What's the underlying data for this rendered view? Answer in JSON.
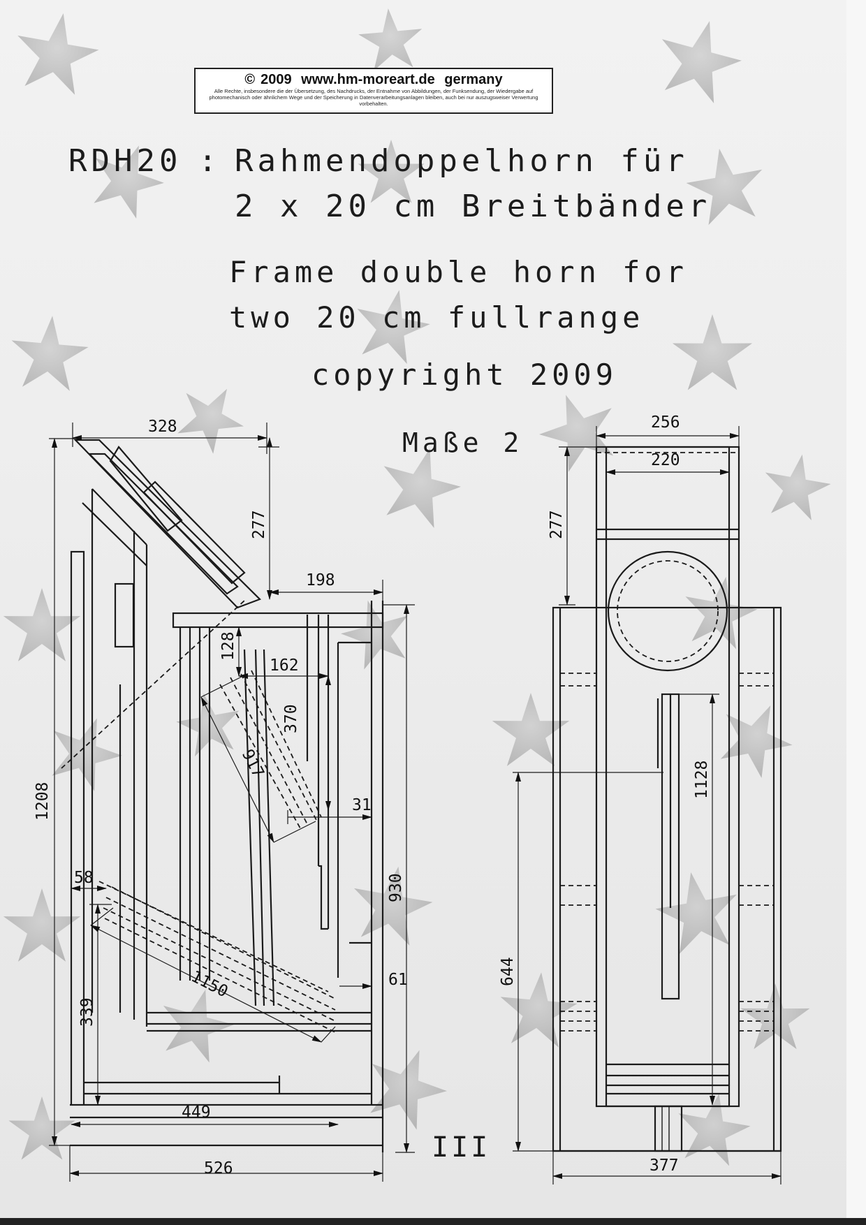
{
  "banner": {
    "copyright_symbol": "©",
    "year": "2009",
    "url": "www.hm-moreart.de",
    "country": "germany",
    "rights_text": "Alle Rechte, insbesondere die der Übersetzung, des Nachdrucks, der Entnahme von Abbildungen, der Funksendung, der Wiedergabe auf photomechanisch oder ähnlichem Wege und der Speicherung in Datenverarbeitungsanlagen bleiben, auch bei nur auszugsweiser Verwertung vorbehalten."
  },
  "title": {
    "code": "RDH20",
    "separator": ":",
    "german_line1": "Rahmendoppelhorn für",
    "german_line2": "2 x 20 cm Breitbänder",
    "english_line1": "Frame double horn for",
    "english_line2": "two 20 cm fullrange",
    "copyright_line": "copyright 2009",
    "sheet_label": "Maße 2",
    "page_number": "III"
  },
  "dimensions": {
    "side_view": {
      "top_width": "328",
      "top_drop": "277",
      "chamber_width": "198",
      "step_height": "128",
      "inner_width": "162",
      "inner_height": "370",
      "diagonal_upper": "917",
      "gap": "31",
      "overall_height": "1208",
      "small_offset": "58",
      "lower_height": "339",
      "diagonal_lower": "1150",
      "mouth": "61",
      "right_height": "930",
      "base_inner": "449",
      "base_total": "526"
    },
    "front_view": {
      "outer_width": "256",
      "inner_width": "220",
      "top_drop": "277",
      "inner_height": "1128",
      "lower_height": "644",
      "base_width": "377"
    }
  },
  "icons": [
    "star-decoration-icon"
  ],
  "colors": {
    "ink": "#1b1b1b",
    "star": "#9a9a9a",
    "paper": "#ececec"
  }
}
